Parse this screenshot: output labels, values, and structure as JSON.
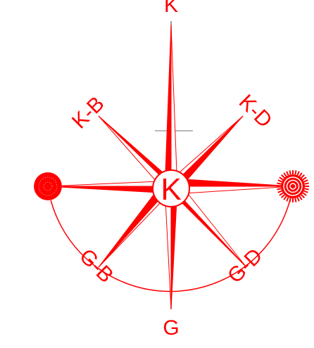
{
  "labels": {
    "north": "K",
    "south": "G",
    "northwest": "K-B",
    "northeast": "K-D",
    "southwest": "G-B",
    "southeast": "G-D",
    "center": "K"
  },
  "colors": {
    "primary": "#ff0000",
    "background": "#ffffff",
    "crosshair": "#b8b8b8",
    "axis_line": "#808080"
  },
  "icons": {
    "west_marker": "filled-circle-icon",
    "east_marker": "sunburst-spiral-icon"
  }
}
